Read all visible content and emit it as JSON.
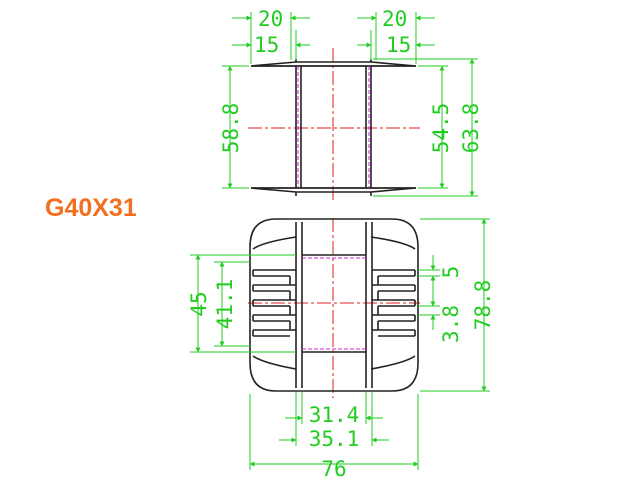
{
  "title": {
    "text": "G40X31",
    "color": "#f07020"
  },
  "colors": {
    "outline": "#222222",
    "dimension": "#22cc22",
    "hidden_line": "#cc22cc",
    "center_line": "#dd2222"
  },
  "top_view": {
    "flange_width_left": "20",
    "flange_width_right": "20",
    "inner_left": "15",
    "inner_right": "15",
    "height_left": "58.8",
    "inner_height": "54.5",
    "outer_height": "63.8"
  },
  "bottom_view": {
    "height_left_outer": "45",
    "height_left_inner": "41.1",
    "slot_width": "5",
    "slot_gap": "3.8",
    "overall_height": "78.8",
    "inner_width": "31.4",
    "outer_width": "35.1",
    "overall_width": "76"
  }
}
